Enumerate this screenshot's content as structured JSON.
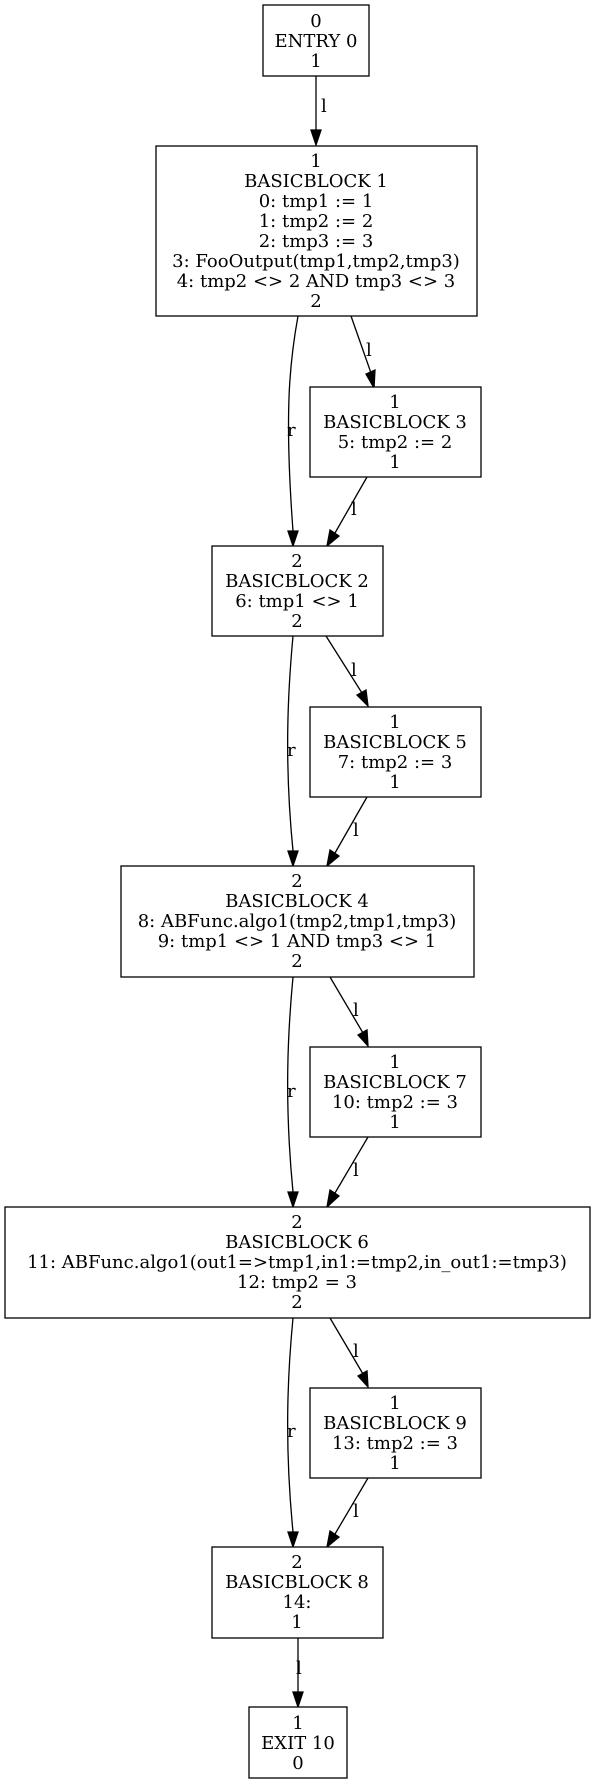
{
  "graph": {
    "nodes": [
      {
        "id": "n0",
        "lines": [
          "0",
          "ENTRY 0",
          "1"
        ]
      },
      {
        "id": "n1",
        "lines": [
          "1",
          "BASICBLOCK 1",
          "0: tmp1 := 1",
          "1: tmp2 := 2",
          "2: tmp3 := 3",
          "3: FooOutput(tmp1,tmp2,tmp3)",
          "4: tmp2 <> 2 AND tmp3 <> 3",
          "2"
        ]
      },
      {
        "id": "n3",
        "lines": [
          "1",
          "BASICBLOCK 3",
          "5: tmp2 := 2",
          "1"
        ]
      },
      {
        "id": "n2",
        "lines": [
          "2",
          "BASICBLOCK 2",
          "6: tmp1 <> 1",
          "2"
        ]
      },
      {
        "id": "n5",
        "lines": [
          "1",
          "BASICBLOCK 5",
          "7: tmp2 := 3",
          "1"
        ]
      },
      {
        "id": "n4",
        "lines": [
          "2",
          "BASICBLOCK 4",
          "8: ABFunc.algo1(tmp2,tmp1,tmp3)",
          "9: tmp1 <> 1 AND tmp3 <> 1",
          "2"
        ]
      },
      {
        "id": "n7",
        "lines": [
          "1",
          "BASICBLOCK 7",
          "10: tmp2 := 3",
          "1"
        ]
      },
      {
        "id": "n6",
        "lines": [
          "2",
          "BASICBLOCK 6",
          "11: ABFunc.algo1(out1=>tmp1,in1:=tmp2,in_out1:=tmp3)",
          "12: tmp2 = 3",
          "2"
        ]
      },
      {
        "id": "n9",
        "lines": [
          "1",
          "BASICBLOCK 9",
          "13: tmp2 := 3",
          "1"
        ]
      },
      {
        "id": "n8",
        "lines": [
          "2",
          "BASICBLOCK 8",
          "14:",
          "1"
        ]
      },
      {
        "id": "n10",
        "lines": [
          "1",
          "EXIT 10",
          "0"
        ]
      }
    ],
    "edges": [
      {
        "from": "n0",
        "to": "n1",
        "label": "l"
      },
      {
        "from": "n1",
        "to": "n3",
        "label": "l"
      },
      {
        "from": "n1",
        "to": "n2",
        "label": "r"
      },
      {
        "from": "n3",
        "to": "n2",
        "label": "l"
      },
      {
        "from": "n2",
        "to": "n5",
        "label": "l"
      },
      {
        "from": "n2",
        "to": "n4",
        "label": "r"
      },
      {
        "from": "n5",
        "to": "n4",
        "label": "l"
      },
      {
        "from": "n4",
        "to": "n7",
        "label": "l"
      },
      {
        "from": "n4",
        "to": "n6",
        "label": "r"
      },
      {
        "from": "n7",
        "to": "n6",
        "label": "l"
      },
      {
        "from": "n6",
        "to": "n9",
        "label": "l"
      },
      {
        "from": "n6",
        "to": "n8",
        "label": "r"
      },
      {
        "from": "n9",
        "to": "n8",
        "label": "l"
      },
      {
        "from": "n8",
        "to": "n10",
        "label": "l"
      }
    ]
  }
}
